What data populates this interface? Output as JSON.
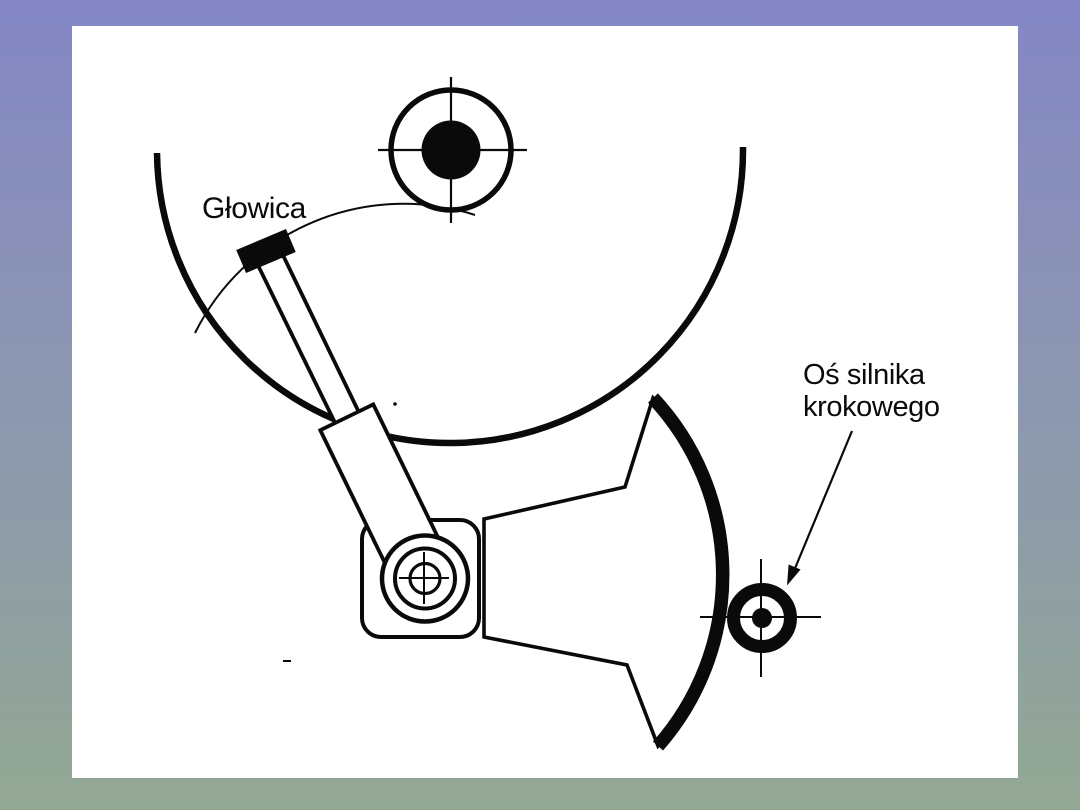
{
  "slide": {
    "canvas_color": "#ffffff",
    "ink_color": "#0a0a0a",
    "background_gradient": {
      "top": "#8487c5",
      "upper_mid": "#8a91b7",
      "lower_mid": "#8e9caa",
      "bottom": "#93a893"
    }
  },
  "labels": {
    "head": "Głowica",
    "stepper_axis_line1": "Oś silnika",
    "stepper_axis_line2": "krokowego"
  },
  "icons": {
    "spindle_center_mark": "crosshair-center-mark",
    "pivot_center_mark": "crosshair-center-mark",
    "stepper_center_mark": "crosshair-center-mark"
  }
}
